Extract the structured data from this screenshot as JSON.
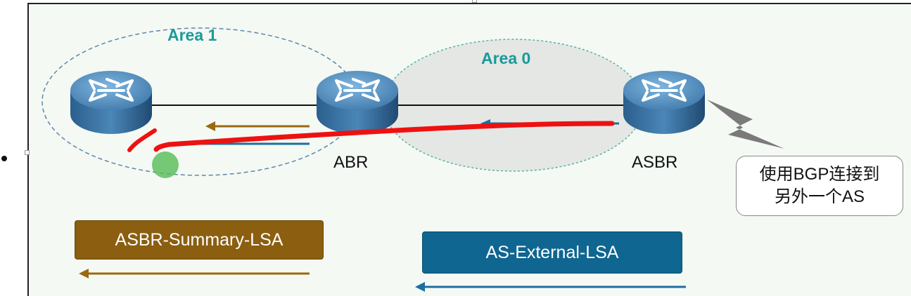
{
  "diagram": {
    "areas": [
      {
        "id": "area1",
        "label": "Area 1"
      },
      {
        "id": "area0",
        "label": "Area 0"
      }
    ],
    "routers": [
      {
        "id": "internal",
        "label": ""
      },
      {
        "id": "abr",
        "label": "ABR"
      },
      {
        "id": "asbr",
        "label": "ASBR"
      }
    ],
    "lsa_boxes": {
      "asbr_summary": "ASBR-Summary-LSA",
      "as_external": "AS-External-LSA"
    },
    "callout": {
      "line1": "使用BGP连接到",
      "line2": "另外一个AS"
    },
    "colors": {
      "asbr_summary": "#8b5e10",
      "as_external": "#0f6690",
      "area_label": "#1a9a9a",
      "annotation_stroke": "#ee1111",
      "annotation_dot": "#55bb55"
    }
  }
}
